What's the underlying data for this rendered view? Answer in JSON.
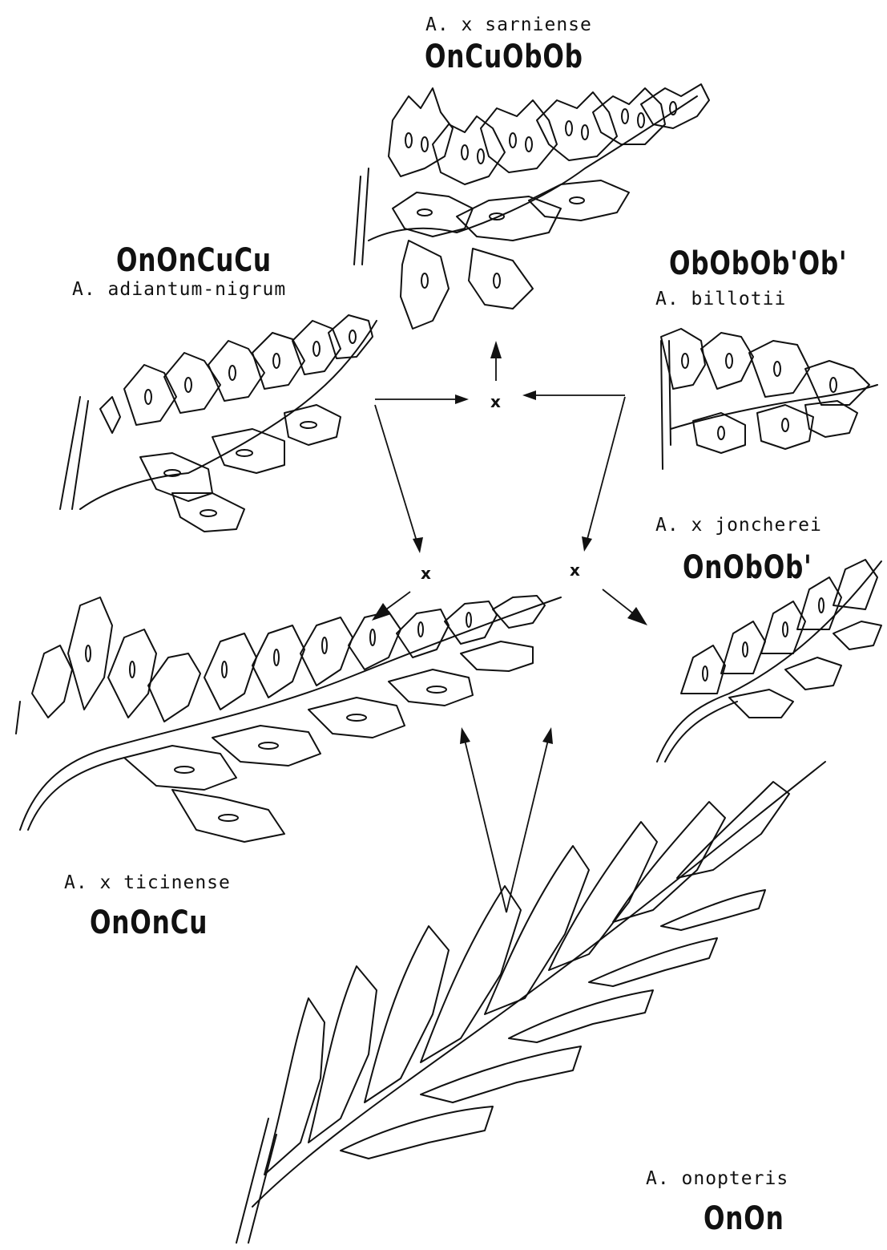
{
  "species": [
    {
      "id": "sarniense",
      "name": "A. x sarniense",
      "genome": "OnCuObOb"
    },
    {
      "id": "adiantum",
      "name": "A. adiantum-nigrum",
      "genome": "OnOnCuCu"
    },
    {
      "id": "billotii",
      "name": "A. billotii",
      "genome": "ObObOb'Ob'"
    },
    {
      "id": "joncherei",
      "name": "A. x joncherei",
      "genome": "OnObOb'"
    },
    {
      "id": "ticinense",
      "name": "A. x ticinense",
      "genome": "OnOnCu"
    },
    {
      "id": "onopteris",
      "name": "A. onopteris",
      "genome": "OnOn"
    }
  ],
  "cross_marker": "x"
}
